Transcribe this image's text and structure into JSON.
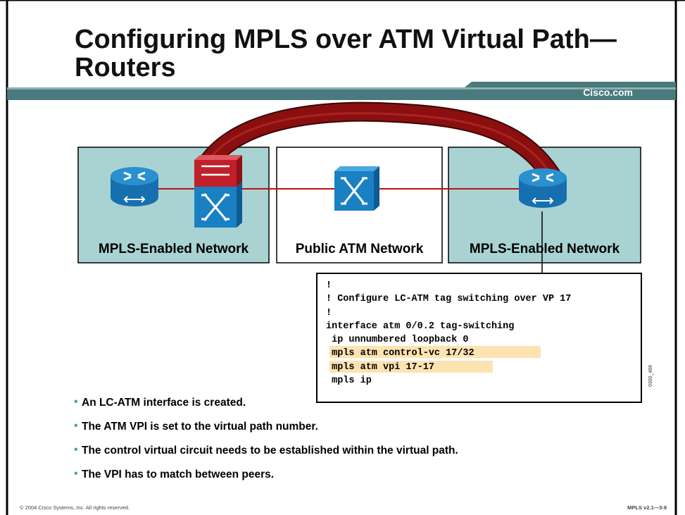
{
  "slide": {
    "title": "Configuring MPLS over ATM Virtual Path—Routers",
    "brand": "Cisco.com"
  },
  "diagram": {
    "boxes": [
      {
        "label": "MPLS-Enabled Network"
      },
      {
        "label": "Public ATM Network"
      },
      {
        "label": "MPLS-Enabled Network"
      }
    ],
    "code_lines": [
      "!",
      "! Configure LC-ATM tag switching over VP 17",
      "!",
      "interface atm 0/0.2 tag-switching",
      " ip unnumbered loopback 0",
      " mpls atm control-vc 17/32",
      " mpls atm vpi 17-17",
      " mpls ip"
    ],
    "figure_id": "0300_466"
  },
  "bullets": [
    "An LC-ATM interface is created.",
    "The ATM VPI is set to the virtual path number.",
    "The control virtual circuit needs to be established within the virtual path.",
    "The VPI has to match between peers."
  ],
  "footer": {
    "copyright": "© 2004 Cisco Systems, Inc. All rights reserved.",
    "course": "MPLS v2.1—3-9"
  },
  "colors": {
    "network_box": "#a9d3d3",
    "tunnel": "#8b0f0f",
    "link": "#c01010",
    "device_blue": "#1e88c8",
    "highlight": "#fde3b1",
    "header_bar": "#4a7a7e"
  }
}
